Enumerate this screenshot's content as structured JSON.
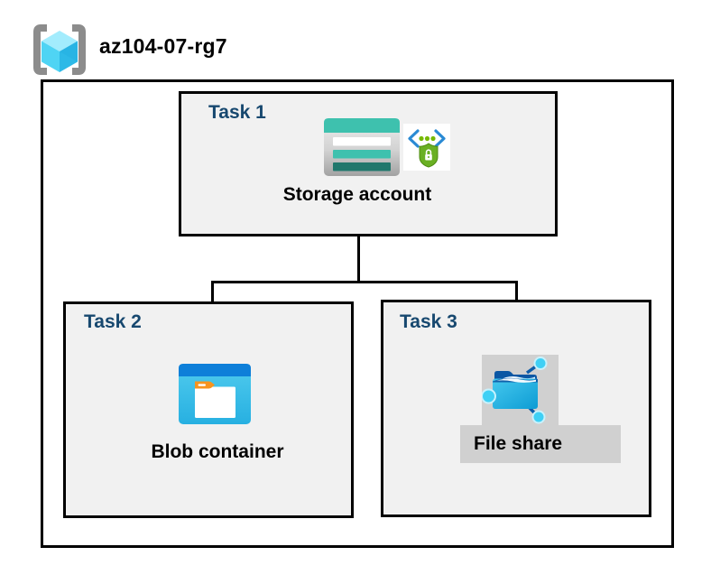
{
  "header": {
    "title": "az104-07-rg7",
    "icon": "resource-group-icon"
  },
  "tasks": [
    {
      "label": "Task 1",
      "item": "Storage account",
      "icons": [
        "storage-account-icon",
        "secure-endpoint-icon"
      ]
    },
    {
      "label": "Task 2",
      "item": "Blob container",
      "icons": [
        "blob-container-icon"
      ]
    },
    {
      "label": "Task 3",
      "item": "File share",
      "icons": [
        "file-share-icon"
      ]
    }
  ],
  "connections": [
    {
      "from": "Storage account",
      "to": "Blob container"
    },
    {
      "from": "Storage account",
      "to": "File share"
    }
  ],
  "colors": {
    "task_label_navy": "#17486f",
    "task_box_fill": "#f1f1f1",
    "border_black": "#000000",
    "storage_teal": "#3ec1ae",
    "storage_teal_dark": "#20776c",
    "blob_header_blue": "#0e7fd9",
    "blob_body_cyan": "#3bc1ea",
    "folder_tab_orange": "#f7941e",
    "endpoint_bracket_blue": "#2a8ad4",
    "security_green": "#6ab023",
    "file_share_navy": "#0d5ca8",
    "node_cyan": "#3fd0f5",
    "highlight_gray": "#d0d0d0",
    "bracket_gray": "#8c8c8c",
    "cube_top": "#a3ecfd",
    "cube_left": "#4fd4f4",
    "cube_right": "#2db9e7"
  }
}
